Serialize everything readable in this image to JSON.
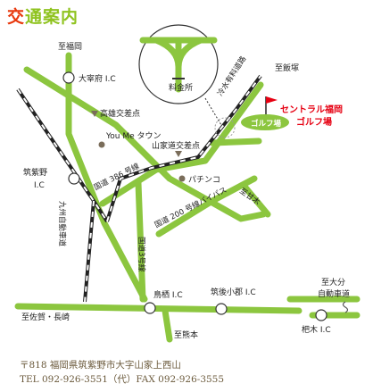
{
  "title": {
    "first_char": "交",
    "rest": "通案内"
  },
  "labels": {
    "fukuoka": "至福岡",
    "iizuka": "至飯塚",
    "dazaifu_ic": "大宰府 I.C",
    "takao": "高雄交差点",
    "youme": "You Me タウン",
    "yamaie": "山家道交差点",
    "chikushino_ic_1": "筑紫野",
    "chikushino_ic_2": "I.C",
    "route386": "国道 386 号線",
    "route200": "国道 200 号線バイパス",
    "route3": "国道3号線",
    "kyushu_expressway": "九州自動車道",
    "pachinko": "パチンコ",
    "reisui": "冷水有料道路",
    "tollgate": "料金所",
    "golf_name_1": "セントラル福岡",
    "golf_name_2": "ゴルフ場",
    "golf_badge": "ゴルフ場",
    "kamata": "至甘木",
    "tosu_ic": "鳥栖 I.C",
    "chikugo_ic": "筑後小郡 I.C",
    "saga": "至佐賀・長崎",
    "kumamoto": "至熊本",
    "oita_1": "至大分",
    "oita_2": "自動車道",
    "kaki_ic": "杷木 I.C"
  },
  "address": {
    "line1": "〒818 福岡県筑紫野市大字山家上西山",
    "line2": "TEL 092-926-3551（代）FAX 092-926-3555"
  },
  "colors": {
    "road": "#8cc63f",
    "title_accent": "#e8380d",
    "flag": "#e60012"
  }
}
